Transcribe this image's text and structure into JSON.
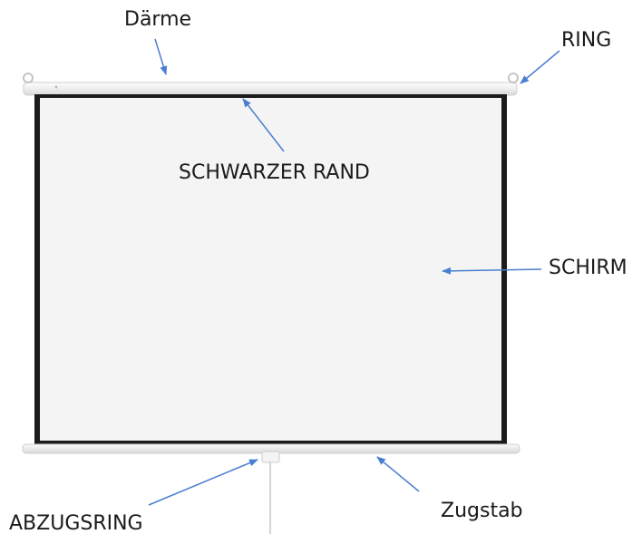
{
  "labels": {
    "housing": "Därme",
    "ring": "RING",
    "black_border": "SCHWARZER RAND",
    "screen": "SCHIRM",
    "pull_ring": "ABZUGSRING",
    "pull_bar": "Zugstab"
  },
  "colors": {
    "arrow": "#4a7fd0",
    "border": "#1b1b1b",
    "screen": "#f4f4f4",
    "housing": "#f2f2f2"
  }
}
